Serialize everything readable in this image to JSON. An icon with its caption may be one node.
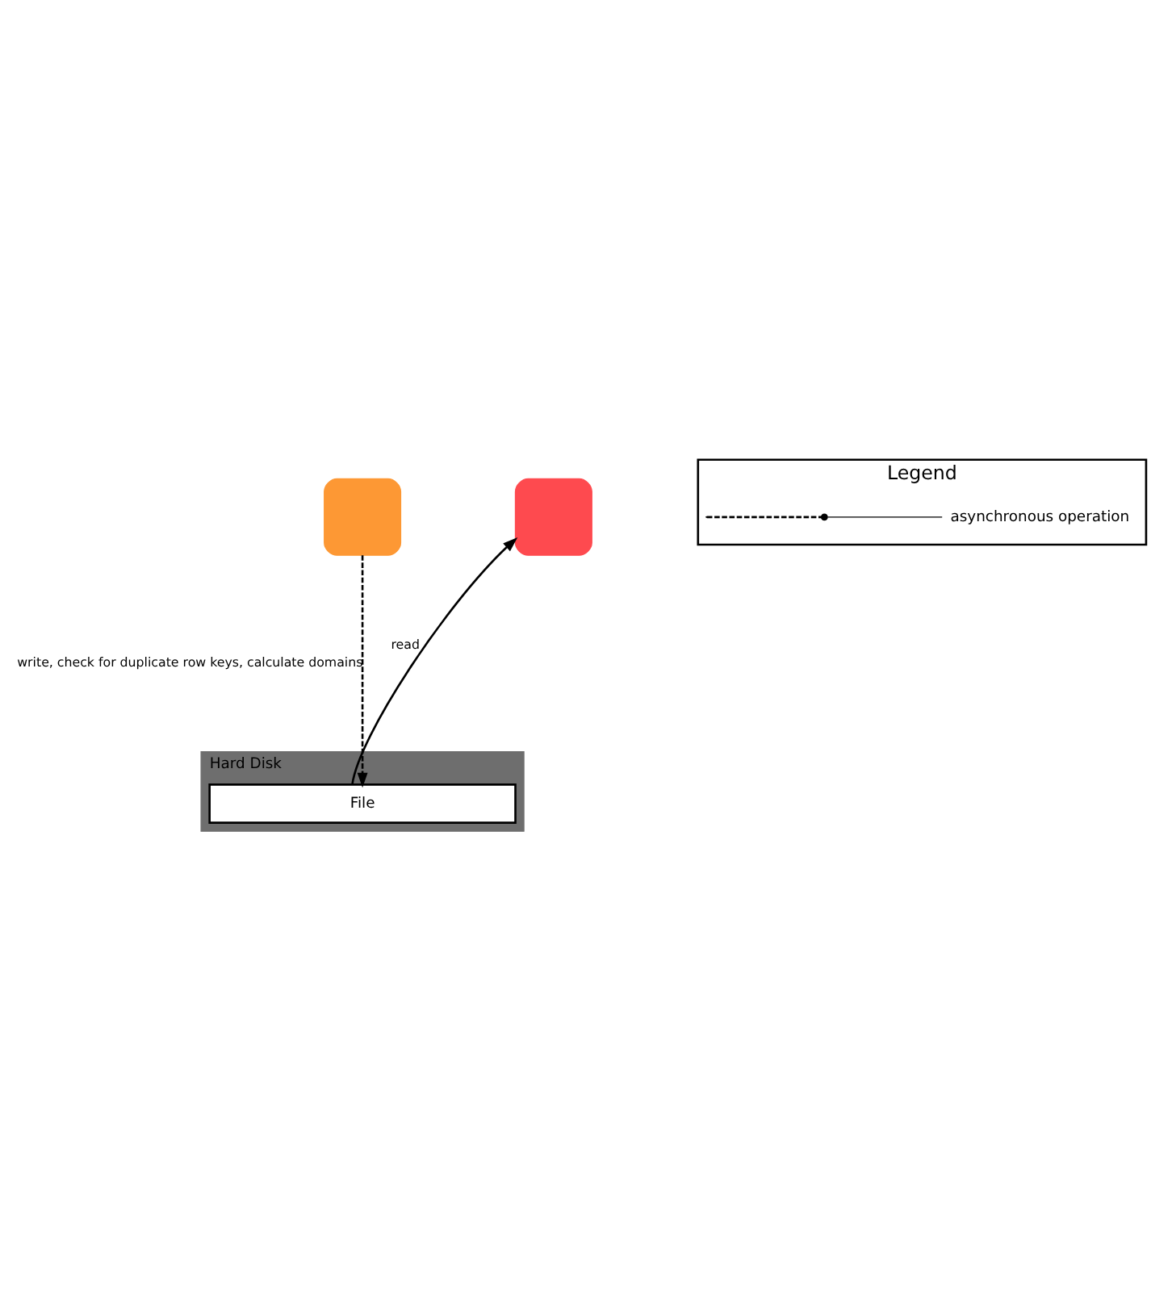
{
  "diagram": {
    "nodes": [
      {
        "text": [],
        "shape": "box"
      },
      {
        "text": [],
        "shape": "box"
      },
      {
        "text": [
          "Hard Disk"
        ]
      },
      {
        "text": [
          "File"
        ],
        "in": 2
      },
      {
        "text": [
          "Legend"
        ]
      }
    ],
    "edges": [
      {
        "from": 0,
        "to": 3,
        "arrow": "to",
        "style": "dashed",
        "label": "write, check for duplicate row keys, calculate domains"
      },
      {
        "from": 3,
        "to": 1,
        "arrow": "to",
        "label": "read"
      }
    ],
    "legend": [
      {
        "text": "asynchronous operation"
      }
    ]
  }
}
